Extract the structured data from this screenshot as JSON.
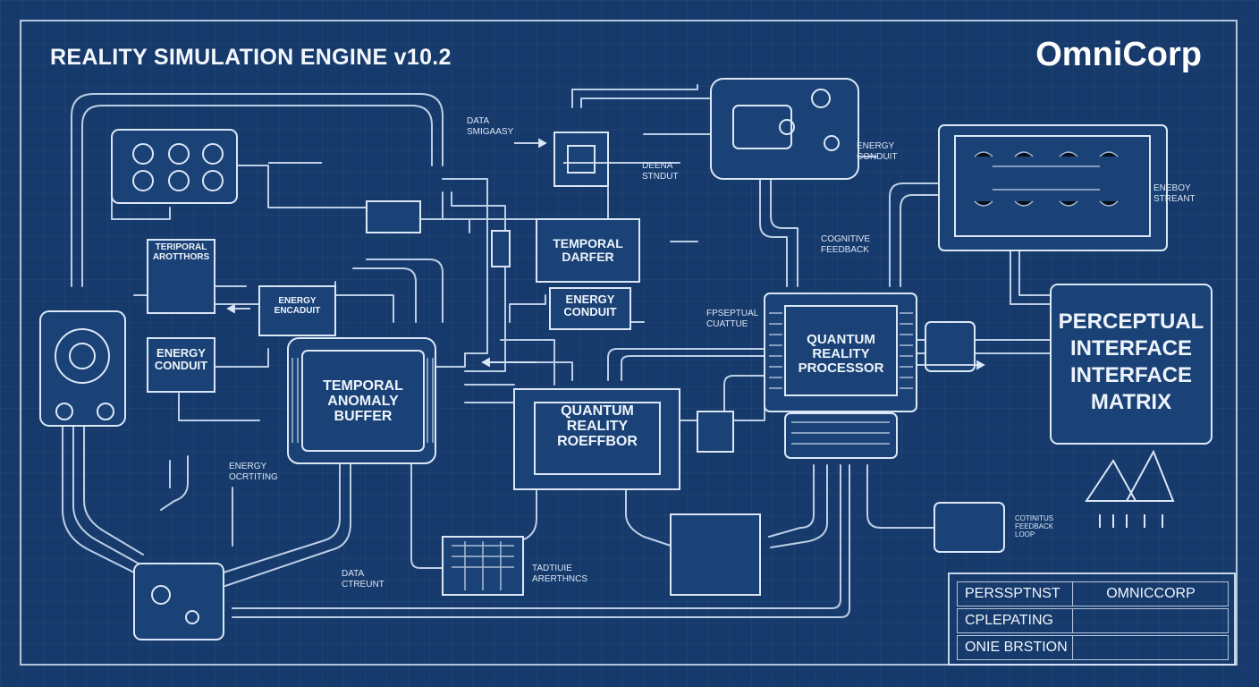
{
  "header": {
    "title": "REALITY SIMULATION ENGINE v10.2",
    "brand": "OmniCorp"
  },
  "blocks": {
    "temporal_anomaly_buffer": "TEMPORAL ANOMALY\nBUFFER",
    "quantum_reality_roeffbor": "QUANTUM\nREALITY\nROEFFBOR",
    "quantum_reality_processor": "QUANTUM\nREALITY\nPROCESSOR",
    "perceptual_interface_matrix": "PERCEPTUAL\nINTERFACE\nINTERFACE\nMATRIX",
    "temporal_darfer": "TEMPORAL\nDARFER",
    "energy_conduit_center": "ENERGY\nCONDUIT",
    "energy_conduit_left": "ENERGY\nCONDUIT",
    "energy_encaduit": "ENERGY\nENCADUIT",
    "teriporal_arotthors": "TERIPORAL\nAROTTHORS"
  },
  "labels": {
    "data_smigaasy": "DATA\nSMIGAASY",
    "deena_stndut": "DEENA\nSTNDUT",
    "energy_conduit_top": "ENERGY\nCONDUIT",
    "energy_streant": "ENEBOY\nSTREANT",
    "cognitive_feedback": "COGNITIVE\nFEEDBACK",
    "fpseptual_cuattue": "FPSEPTUAL\nCUATTUE",
    "energy_ocrtiting": "ENERGY\nOCRTITING",
    "data_ctreunt": "DATA\nCTREUNT",
    "tadtiuie_arerthncs": "TADTIUIE\nARERTHNCS",
    "cognitive_feedback_loop": "COTINITUS\nFEEDBACK\nLOOP"
  },
  "title_block": {
    "rows": [
      {
        "left": "PERSSPTNST",
        "right": "OMNICCORP"
      },
      {
        "left": "CPLEPATING",
        "right": ""
      },
      {
        "left": "ONIE BRSTION",
        "right": ""
      }
    ]
  },
  "colors": {
    "background": "#163a6b",
    "line": "#dce8f8"
  }
}
